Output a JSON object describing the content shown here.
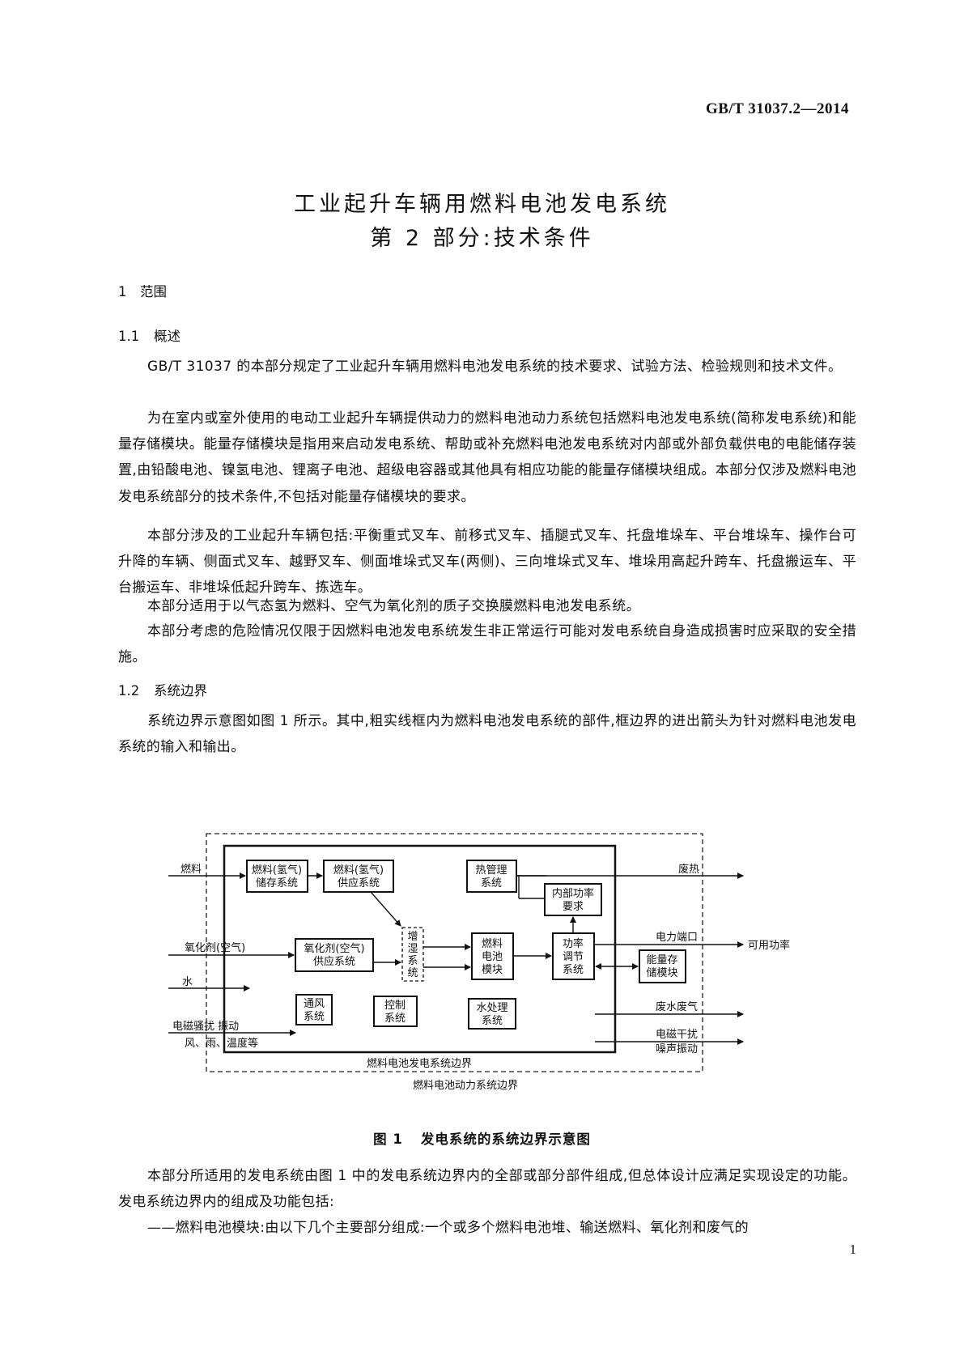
{
  "header": {
    "std_code": "GB/T 31037.2—2014"
  },
  "title": {
    "line1": "工业起升车辆用燃料电池发电系统",
    "line2": "第 2 部分:技术条件"
  },
  "section1": {
    "num": "1",
    "label": "范围"
  },
  "section1_1": {
    "num": "1.1",
    "label": "概述"
  },
  "paras_1_1": [
    "GB/T 31037 的本部分规定了工业起升车辆用燃料电池发电系统的技术要求、试验方法、检验规则和技术文件。",
    "为在室内或室外使用的电动工业起升车辆提供动力的燃料电池动力系统包括燃料电池发电系统(简称发电系统)和能量存储模块。能量存储模块是指用来启动发电系统、帮助或补充燃料电池发电系统对内部或外部负载供电的电能储存装置,由铅酸电池、镍氢电池、锂离子电池、超级电容器或其他具有相应功能的能量存储模块组成。本部分仅涉及燃料电池发电系统部分的技术条件,不包括对能量存储模块的要求。",
    "本部分涉及的工业起升车辆包括:平衡重式叉车、前移式叉车、插腿式叉车、托盘堆垛车、平台堆垛车、操作台可升降的车辆、侧面式叉车、越野叉车、侧面堆垛式叉车(两侧)、三向堆垛式叉车、堆垛用高起升跨车、托盘搬运车、平台搬运车、非堆垛低起升跨车、拣选车。",
    "本部分适用于以气态氢为燃料、空气为氧化剂的质子交换膜燃料电池发电系统。",
    "本部分考虑的危险情况仅限于因燃料电池发电系统发生非正常运行可能对发电系统自身造成损害时应采取的安全措施。"
  ],
  "section1_2": {
    "num": "1.2",
    "label": "系统边界"
  },
  "paras_1_2": [
    "系统边界示意图如图 1 所示。其中,粗实线框内为燃料电池发电系统的部件,框边界的进出箭头为针对燃料电池发电系统的输入和输出。"
  ],
  "diagram": {
    "inputs": {
      "fuel": "燃料",
      "oxidant": "氧化剂(空气)",
      "water": "水",
      "emi_vibration": "电磁骚扰 振动",
      "env": "风、雨、温度等"
    },
    "boxes": {
      "fuel_storage": [
        "燃料(氢气)",
        "储存系统"
      ],
      "fuel_supply": [
        "燃料(氢气)",
        "供应系统"
      ],
      "thermal": [
        "热管理",
        "系统"
      ],
      "internal_power": [
        "内部功率",
        "要求"
      ],
      "oxidant_supply": [
        "氧化剂(空气)",
        "供应系统"
      ],
      "humidifier": [
        "增",
        "湿",
        "系",
        "统"
      ],
      "fc_module": [
        "燃料",
        "电池",
        "模块"
      ],
      "power_conditioning": [
        "功率",
        "调节",
        "系统"
      ],
      "energy_storage": [
        "能量存",
        "储模块"
      ],
      "ventilation": [
        "通风",
        "系统"
      ],
      "control": [
        "控制",
        "系统"
      ],
      "water_treatment": [
        "水处理",
        "系统"
      ]
    },
    "outputs": {
      "waste_heat": "废热",
      "power_port": "电力端口",
      "usable_power": "可用功率",
      "waste_water_gas": "废水废气",
      "emi": "电磁干扰",
      "noise": "噪声振动"
    },
    "boundary_gen": "燃料电池发电系统边界",
    "boundary_power": "燃料电池动力系统边界"
  },
  "figure": {
    "label": "图 1",
    "caption": "发电系统的系统边界示意图"
  },
  "paras_after": [
    "本部分所适用的发电系统由图 1 中的发电系统边界内的全部或部分部件组成,但总体设计应满足实现设定的功能。发电系统边界内的组成及功能包括:",
    "——燃料电池模块:由以下几个主要部分组成:一个或多个燃料电池堆、输送燃料、氧化剂和废气的"
  ],
  "page_number": "1"
}
